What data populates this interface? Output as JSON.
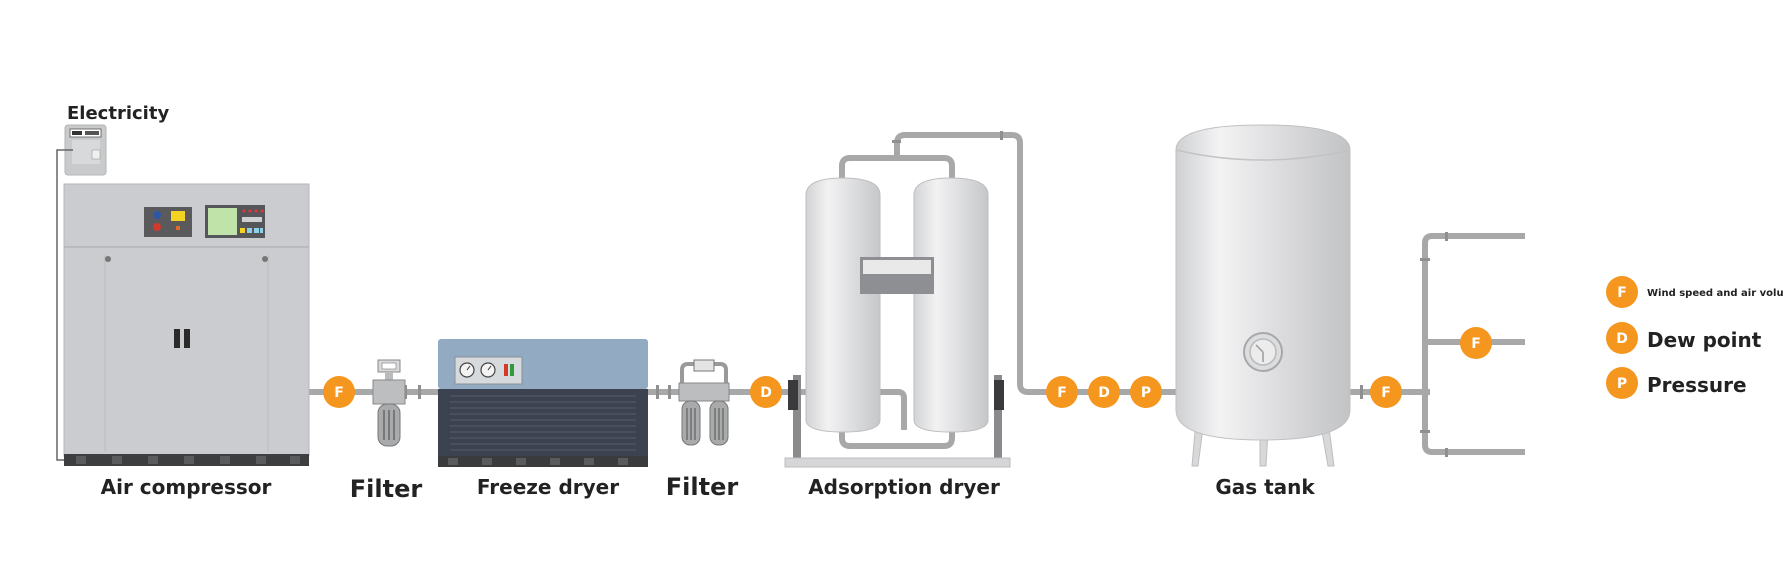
{
  "labels": {
    "electricity": "Electricity",
    "air_compressor": "Air compressor",
    "filter_1": "Filter",
    "freeze_dryer": "Freeze dryer",
    "filter_2": "Filter",
    "adsorption_dryer": "Adsorption dryer",
    "gas_tank": "Gas tank"
  },
  "sensors": {
    "f1": "F",
    "d1": "D",
    "f2": "F",
    "d2": "D",
    "p1": "P",
    "f3": "F",
    "f4": "F"
  },
  "legend": {
    "items": [
      {
        "letter": "F",
        "text": "Wind speed and air volume"
      },
      {
        "letter": "D",
        "text": "Dew point"
      },
      {
        "letter": "P",
        "text": "Pressure"
      }
    ]
  },
  "colors": {
    "badge": "#F5961E",
    "pipe": "#A8A8A8",
    "equipment": "#CCCDCF",
    "freeze_dryer_top": "#93ABC2",
    "freeze_dryer_grille": "#3D4250"
  }
}
